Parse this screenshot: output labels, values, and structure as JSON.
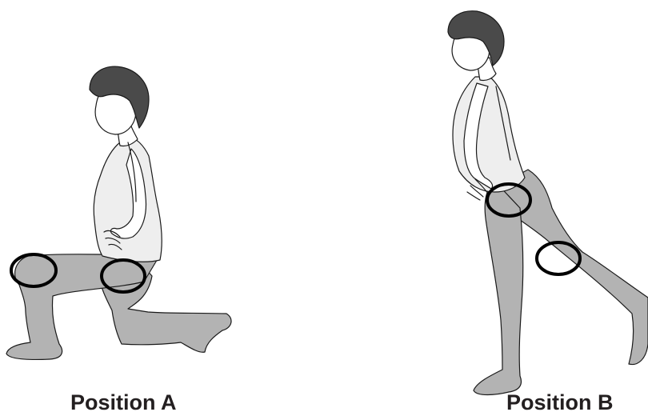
{
  "captions": {
    "position_a": "Position A",
    "position_b": "Position B"
  },
  "colors": {
    "leg_fill": "#b3b3b3",
    "shirt_fill": "#eeeeee",
    "skin_fill": "#ffffff",
    "hair_fill": "#4a4a4a",
    "outline": "#1a1a1a"
  },
  "figures": [
    {
      "pose": "kneeling-lunge",
      "highlighted_joints": [
        "front-knee",
        "rear-hip"
      ]
    },
    {
      "pose": "standing-leg-extension",
      "highlighted_joints": [
        "hip",
        "knee"
      ]
    }
  ]
}
